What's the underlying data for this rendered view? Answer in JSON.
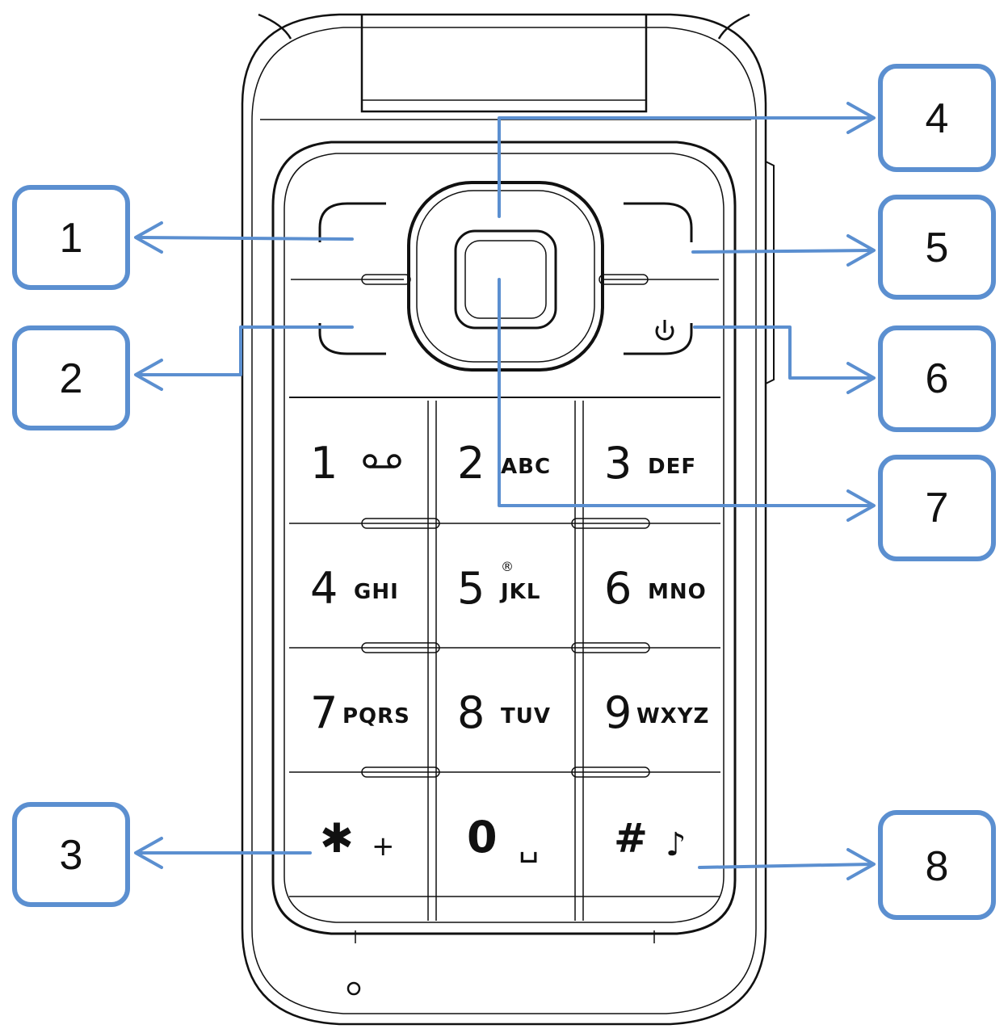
{
  "colors": {
    "callout": "#5b8fd0",
    "outline": "#111111",
    "background": "#ffffff"
  },
  "callouts": [
    {
      "label": "1",
      "target": "left-selection-key"
    },
    {
      "label": "2",
      "target": "call-key"
    },
    {
      "label": "3",
      "target": "star-key"
    },
    {
      "label": "4",
      "target": "navi-key"
    },
    {
      "label": "5",
      "target": "right-selection-key"
    },
    {
      "label": "6",
      "target": "end-power-key"
    },
    {
      "label": "7",
      "target": "middle-selection-key"
    },
    {
      "label": "8",
      "target": "hash-key"
    }
  ],
  "keypad": {
    "rows": [
      [
        {
          "digit": "1",
          "letters": "",
          "icon": "voicemail-icon"
        },
        {
          "digit": "2",
          "letters": "ABC"
        },
        {
          "digit": "3",
          "letters": "DEF"
        }
      ],
      [
        {
          "digit": "4",
          "letters": "GHI"
        },
        {
          "digit": "5",
          "letters": "JKL",
          "dot": "®"
        },
        {
          "digit": "6",
          "letters": "MNO"
        }
      ],
      [
        {
          "digit": "7",
          "letters": "PQRS"
        },
        {
          "digit": "8",
          "letters": "TUV"
        },
        {
          "digit": "9",
          "letters": "WXYZ"
        }
      ],
      [
        {
          "digit": "✱",
          "letters": "+"
        },
        {
          "digit": "0",
          "letters": "␣"
        },
        {
          "digit": "#",
          "letters": "♪"
        }
      ]
    ]
  },
  "soft_keys": {
    "end_key_icon": "power-icon"
  }
}
